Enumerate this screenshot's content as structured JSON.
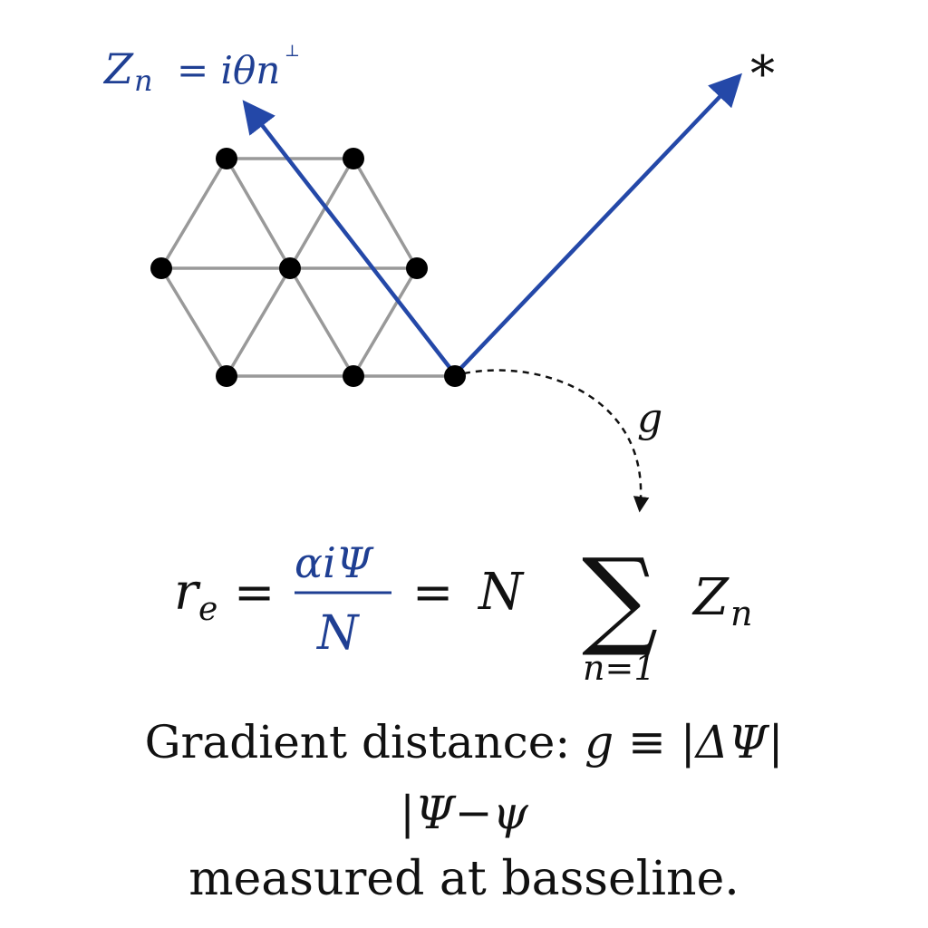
{
  "annotation": {
    "z_label": {
      "lhs": "Z",
      "lhs_sub": "n",
      "rhs": "= iθn",
      "rhs_mark": "⊥"
    },
    "star_label": "*",
    "g_label": "g"
  },
  "equation": {
    "r": "r",
    "r_sub": "e",
    "eq1": "=",
    "numerator": "αiΨ",
    "denominator": "N",
    "eq2": "=",
    "n_symbol": "N",
    "sum_symbol": "∑",
    "sum_lower": "n=1",
    "z": "Z",
    "z_sub": "n"
  },
  "caption": {
    "line1_text": "Gradient distance: ",
    "line1_math": "g ≡ |ΔΨ|",
    "line2": "|Ψ−ψ",
    "line3": "measured at basseline."
  },
  "colors": {
    "blue": "#1f3f93",
    "arrow_blue": "#2448a8",
    "lattice_gray": "#999999",
    "node_black": "#000000"
  }
}
